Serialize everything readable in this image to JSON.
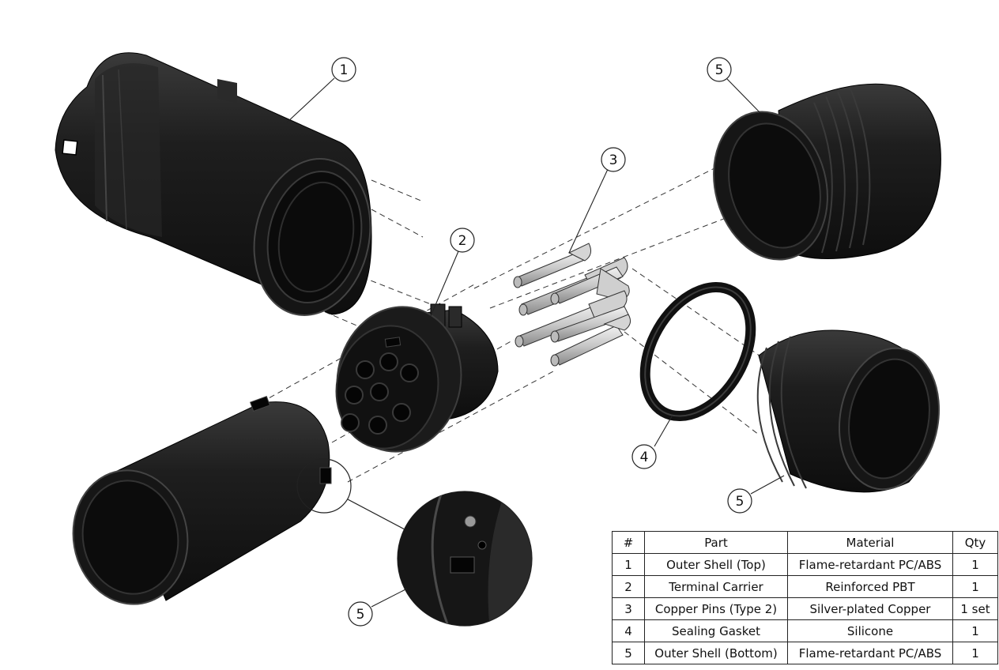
{
  "callouts": [
    "1",
    "2",
    "3",
    "4",
    "5",
    "5",
    "5"
  ],
  "bom": {
    "headers": [
      "#",
      "Part",
      "Material",
      "Qty"
    ],
    "rows": [
      [
        "1",
        "Outer Shell (Top)",
        "Flame-retardant PC/ABS",
        "1"
      ],
      [
        "2",
        "Terminal Carrier",
        "Reinforced PBT",
        "1"
      ],
      [
        "3",
        "Copper Pins (Type 2)",
        "Silver-plated Copper",
        "1 set"
      ],
      [
        "4",
        "Sealing Gasket",
        "Silicone",
        "1"
      ],
      [
        "5",
        "Outer Shell (Bottom)",
        "Flame-retardant PC/ABS",
        "1"
      ]
    ]
  },
  "colors": {
    "part_body": "#1c1c1c",
    "part_edge": "#3a3a3a",
    "pin_metal": "#c9c9c9",
    "line": "#222222"
  }
}
